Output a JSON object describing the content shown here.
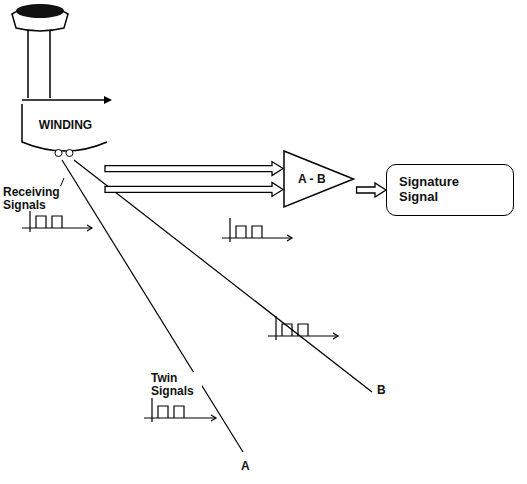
{
  "diagram": {
    "nodes": [
      {
        "text": [
          "WINDING"
        ]
      },
      {
        "text": [
          "A - B"
        ]
      },
      {
        "text": [
          "Signature Signal"
        ]
      }
    ],
    "edges": [
      {
        "from": 0,
        "to": 1,
        "arrow": "to"
      },
      {
        "from": 0,
        "to": 1,
        "arrow": "to"
      },
      {
        "from": 1,
        "to": 2,
        "arrow": "to"
      }
    ],
    "labels": [
      "Receiving Signals",
      "Twin Signals",
      "A",
      "B"
    ]
  }
}
